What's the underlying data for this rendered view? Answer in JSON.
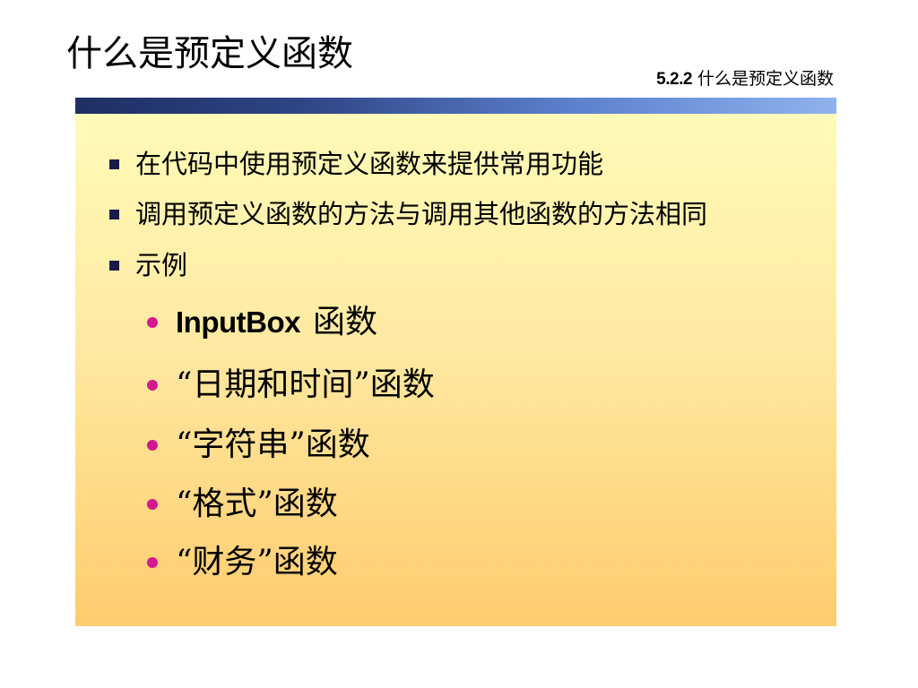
{
  "slide": {
    "title": "什么是预定义函数",
    "section_number": "5.2.2",
    "section_title": "什么是预定义函数",
    "accent_colors": {
      "header_bar_dark": "#1f2f63",
      "header_bar_light": "#8fb2ee",
      "panel_top": "#fffbb8",
      "panel_bottom": "#ffcc6e",
      "square_bullet": "#1a1a4a",
      "round_bullet": "#d4188e"
    },
    "bullets": [
      "在代码中使用预定义函数来提供常用功能",
      "调用预定义函数的方法与调用其他函数的方法相同",
      "示例"
    ],
    "examples": [
      {
        "name": "InputBox",
        "suffix": "函数"
      },
      {
        "text": "“日期和时间”函数"
      },
      {
        "text": "“字符串”函数"
      },
      {
        "text": "“格式”函数"
      },
      {
        "text": "“财务”函数"
      }
    ]
  }
}
